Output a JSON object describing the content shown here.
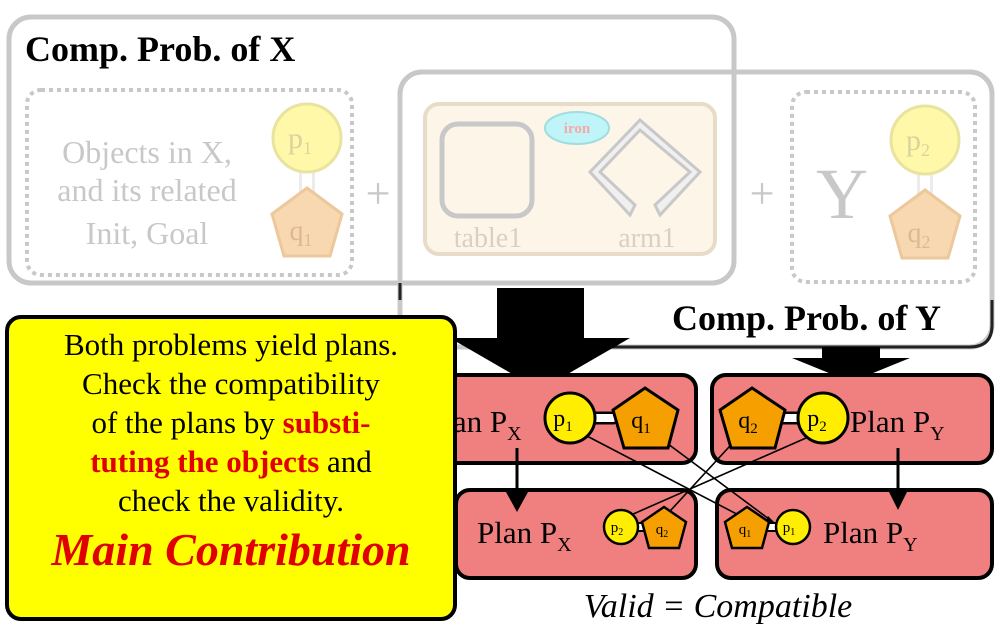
{
  "labels": {
    "comp_prob_x": "Comp. Prob. of X",
    "comp_prob_y": "Comp. Prob. of Y",
    "objects_line1": "Objects in X,",
    "objects_line2": "and its related",
    "objects_line3": "Init, Goal",
    "plus": "+",
    "iron": "iron",
    "table1": "table1",
    "arm1": "arm1",
    "y_letter": "Y",
    "valid": "Valid = Compatible"
  },
  "nodes": {
    "p": "p",
    "q": "q",
    "sub1": "1",
    "sub2": "2"
  },
  "plans": {
    "plan_word": "Plan P",
    "sub_x": "X",
    "sub_y": "Y"
  },
  "contribution": {
    "line1": "Both problems yield plans.",
    "line2": "Check the compatibility",
    "line3_pre": "of the plans by ",
    "line3_red": "substi-",
    "line4_red": "tuting the objects",
    "line4_post": " and",
    "line5": "check the validity.",
    "main": "Main Contribution"
  },
  "colors": {
    "plan_fill": "#f08080",
    "contribution_fill": "#ffff00",
    "node_p": "#ffee00",
    "node_q": "#f5a000",
    "faded": "#c8c8c8",
    "red_text": "#e00000"
  }
}
